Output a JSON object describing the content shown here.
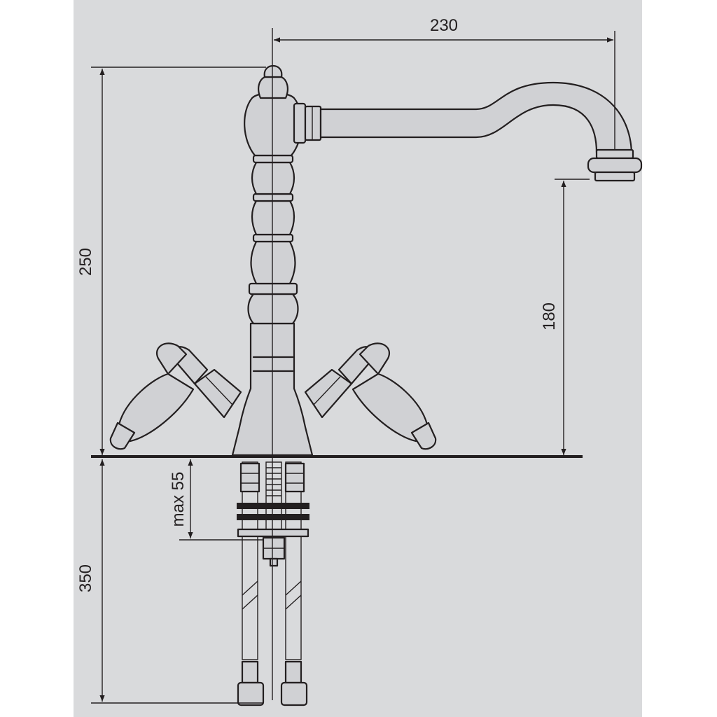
{
  "dimensions": {
    "spout_reach": "230",
    "total_height": "250",
    "spout_height": "180",
    "max_thickness": "max 55",
    "hose_length": "350"
  },
  "colors": {
    "background": "#d9dadc",
    "line": "#231f20"
  }
}
